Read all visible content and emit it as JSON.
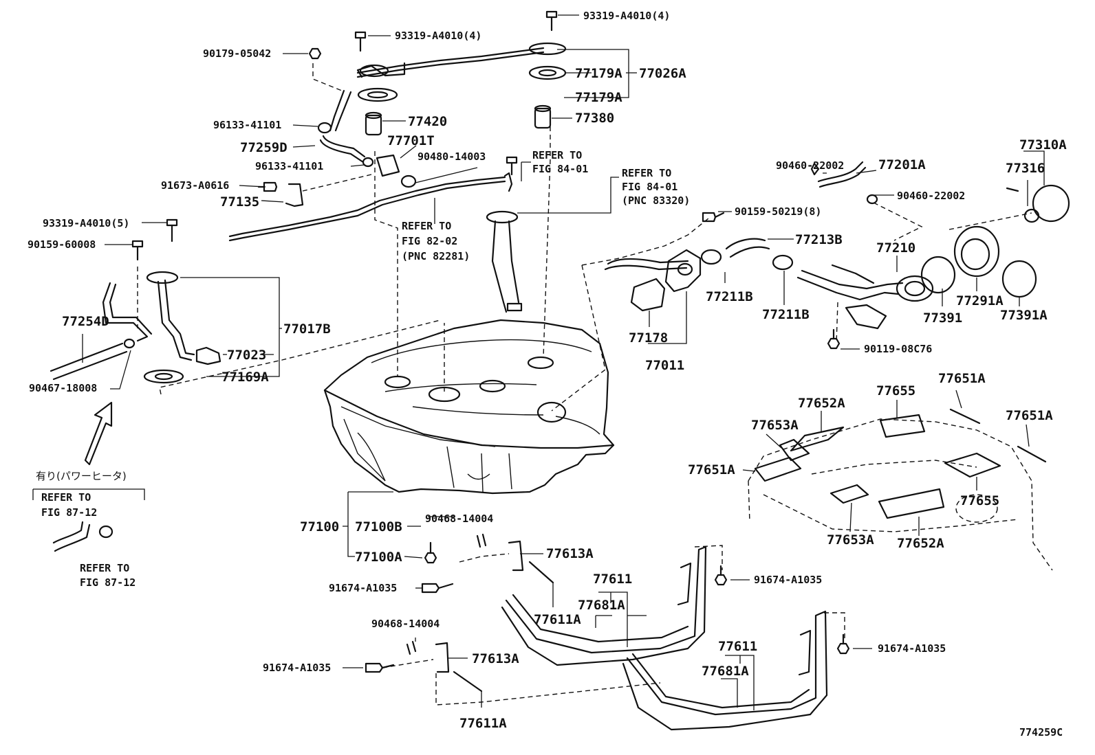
{
  "labels": {
    "l01": "93319-A4010(4)",
    "l02": "93319-A4010(4)",
    "l03": "90179-05042",
    "l04": "77179A",
    "l05": "77026A",
    "l06": "77179A",
    "l07": "96133-41101",
    "l08": "77420",
    "l09": "77380",
    "l10": "77259D",
    "l11": "77701T",
    "l12": "96133-41101",
    "l13": "90480-14003",
    "l14": "91673-A0616",
    "l15": "77135",
    "l16": "93319-A4010(5)",
    "l17": "90159-60008",
    "l18": "77254D",
    "l19": "77017B",
    "l20": "77023",
    "l21": "77169A",
    "l22": "90467-18008",
    "l23": "90460-22002",
    "l24": "77201A",
    "l25": "90460-22002",
    "l26": "77310A",
    "l27": "77316",
    "l28": "90159-50219(8)",
    "l29": "77213B",
    "l30": "77210",
    "l31": "77211B",
    "l32": "77211B",
    "l33": "77178",
    "l34": "77011",
    "l35": "77391",
    "l36": "77291A",
    "l37": "77391A",
    "l38": "90119-08C76",
    "l39": "77651A",
    "l40": "77652A",
    "l41": "77655",
    "l42": "77653A",
    "l43": "77651A",
    "l44": "77651A",
    "l45": "77655",
    "l46": "77653A",
    "l47": "77652A",
    "l48": "77100",
    "l49": "77100B",
    "l50": "77100A",
    "l51": "90468-14004",
    "l52": "77613A",
    "l53": "91674-A1035",
    "l54": "77611",
    "l55": "77681A",
    "l56": "77611A",
    "l57": "91674-A1035",
    "l58": "90468-14004",
    "l59": "91674-A1035",
    "l60": "77613A",
    "l61": "77611",
    "l62": "77681A",
    "l63": "91674-A1035",
    "l64": "77611A"
  },
  "refs": {
    "r1a": "REFER TO",
    "r1b": "FIG 84-01",
    "r2a": "REFER TO",
    "r2b": "FIG 84-01",
    "r2c": "(PNC 83320)",
    "r3a": "REFER TO",
    "r3b": "FIG 82-02",
    "r3c": "(PNC 82281)",
    "r4a": "REFER TO",
    "r4b": "FIG 87-12",
    "r5a": "REFER TO",
    "r5b": "FIG 87-12"
  },
  "note": "有り(パワーヒータ)",
  "figure_id": "774259C"
}
